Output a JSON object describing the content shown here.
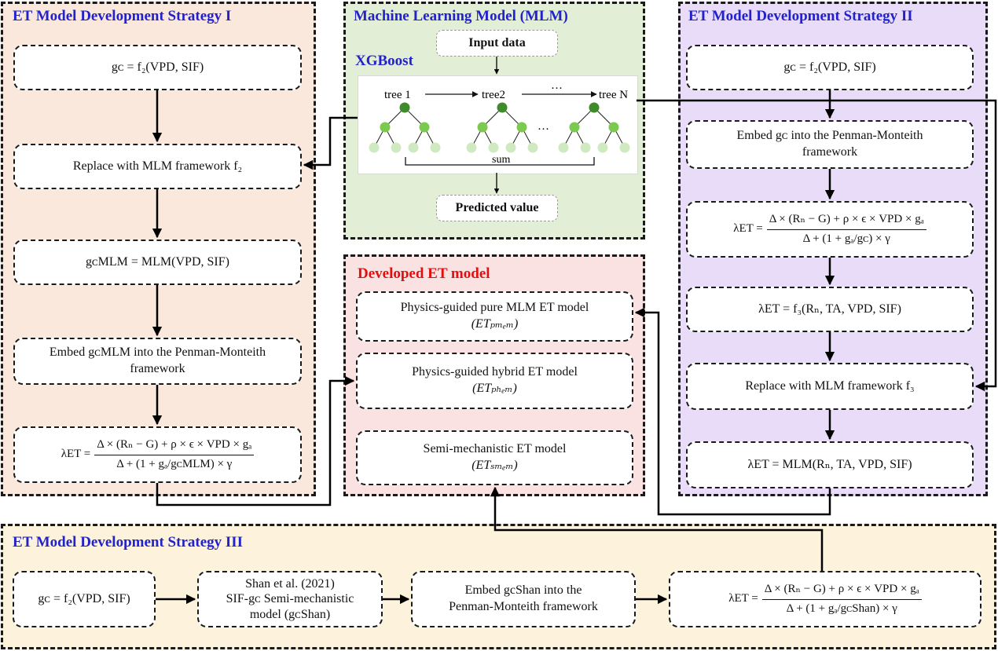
{
  "strategy1": {
    "title": "ET Model Development Strategy I",
    "n1": "gᴄ = f₂(VPD, SIF)",
    "n2": "Replace with MLM framework f₂",
    "n3": "gᴄMLM = MLM(VPD, SIF)",
    "n4_line1": "Embed gᴄMLM into the Penman-Monteith",
    "n4_line2": "framework",
    "n5_left": "λET =",
    "n5_num": "Δ × (Rₙ − G) + ρ × ϵ × VPD × gₐ",
    "n5_den": "Δ + (1 + gₐ/gᴄMLM) × γ"
  },
  "mlm": {
    "title": "Machine Learning Model (MLM)",
    "xgboost_label": "XGBoost",
    "input_label": "Input data",
    "output_label": "Predicted value",
    "tree1": "tree 1",
    "tree2": "tree2",
    "treeN": "tree N",
    "ellipsis": "···",
    "sum_label": "sum"
  },
  "strategy2": {
    "title": "ET Model Development Strategy II",
    "n1": "gᴄ = f₂(VPD, SIF)",
    "n2_line1": "Embed gᴄ into the Penman-Monteith",
    "n2_line2": "framework",
    "n3_left": "λET =",
    "n3_num": "Δ × (Rₙ − G) + ρ × ϵ × VPD × gₐ",
    "n3_den": "Δ + (1 + gₐ/gᴄ) × γ",
    "n4": "λET = f₃(Rₙ, TA, VPD, SIF)",
    "n5": "Replace with MLM framework f₃",
    "n6": "λET = MLM(Rₙ, TA, VPD, SIF)"
  },
  "developed": {
    "title": "Developed ET model",
    "m1_line1": "Physics-guided pure MLM ET model",
    "m1_line2": "(ETₚₘₑₘ)",
    "m2_line1": "Physics-guided hybrid ET model",
    "m2_line2": "(ETₚₕₑₘ)",
    "m3_line1": "Semi-mechanistic ET model",
    "m3_line2": "(ETₛₘₑₘ)"
  },
  "strategy3": {
    "title": "ET Model Development Strategy III",
    "n1": "gᴄ = f₂(VPD, SIF)",
    "n2_line1": "Shan et al. (2021)",
    "n2_line2": "SIF-gᴄ Semi-mechanistic",
    "n2_line3": "model (gᴄShan)",
    "n3_line1": "Embed gcShan into the",
    "n3_line2": "Penman-Monteith framework",
    "n4_left": "λET =",
    "n4_num": "Δ × (Rₙ − G) + ρ × ϵ × VPD × gₐ",
    "n4_den": "Δ + (1 + gₐ/gᴄShan) × γ"
  },
  "colors": {
    "title_blue": "#2222cc",
    "title_red": "#e01010",
    "s1_bg": "#fbe8dc",
    "mlm_bg": "#e2eed5",
    "s2_bg": "#e8dcf8",
    "dev_bg": "#fbe2e2",
    "s3_bg": "#fdf3dc",
    "tree_dark": "#3f8a2a",
    "tree_mid": "#7cc94f",
    "tree_light": "#cfeac0"
  }
}
